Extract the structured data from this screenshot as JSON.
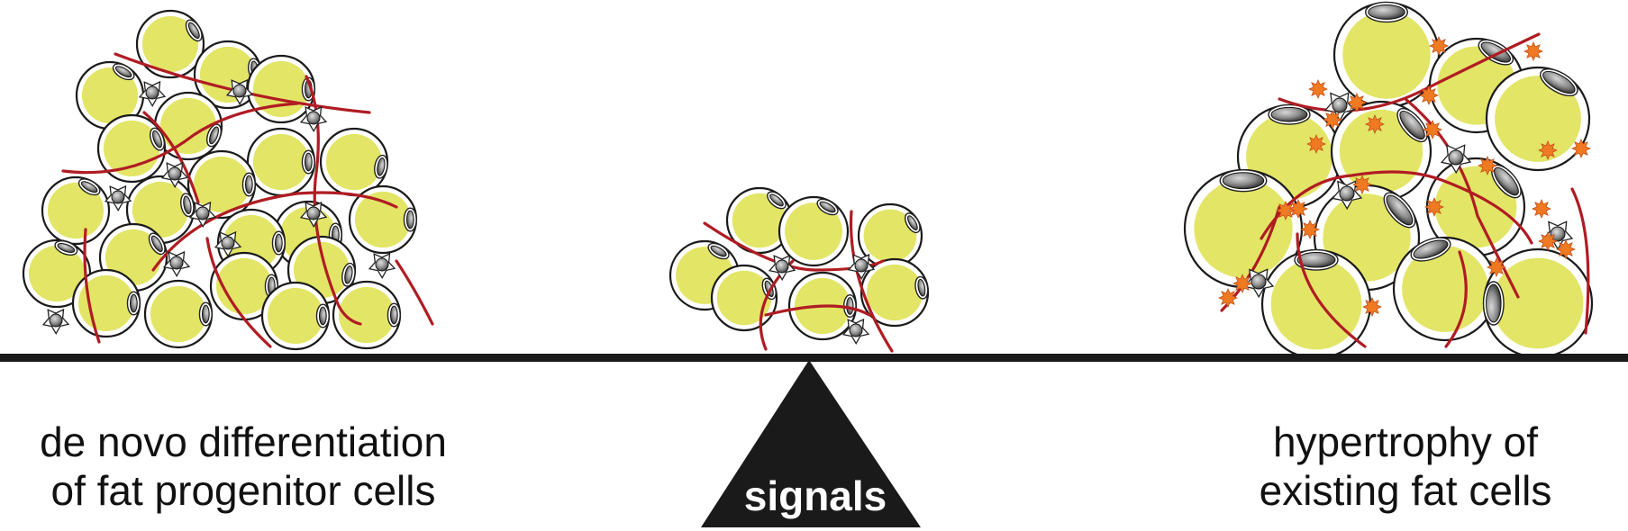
{
  "labels": {
    "left_line1": "de novo differentiation",
    "left_line2": "of fat progenitor cells",
    "right_line1": "hypertrophy of",
    "right_line2": "existing fat cells",
    "fulcrum": "signals"
  },
  "colors": {
    "cell_fill": "#e3e566",
    "cell_outline": "#1a1a1a",
    "nucleus": "#8c8c8c",
    "vessel": "#b01c23",
    "inflammation": "#f07a22",
    "beam": "#1a1a1a",
    "progenitor": "#8a8a8a"
  },
  "icons": [
    "adipocyte-icon",
    "progenitor-cell-icon",
    "blood-vessel-icon",
    "inflammatory-burst-icon"
  ]
}
